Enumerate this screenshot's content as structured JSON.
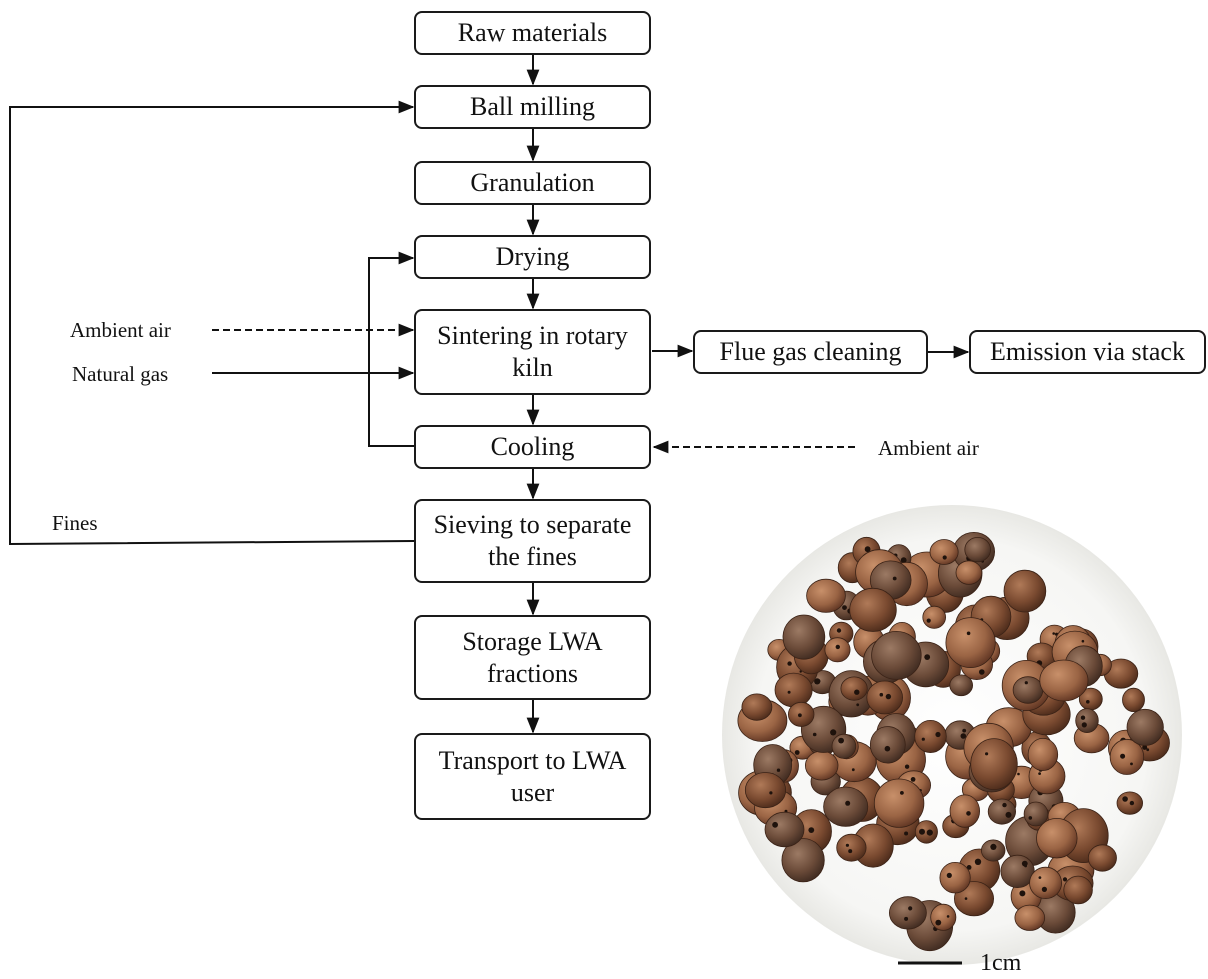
{
  "steps": {
    "raw_materials": "Raw materials",
    "ball_milling": "Ball milling",
    "granulation": "Granulation",
    "drying": "Drying",
    "sintering": "Sintering in rotary kiln",
    "cooling": "Cooling",
    "sieving": "Sieving to separate the fines",
    "storage": "Storage LWA fractions",
    "transport": "Transport to LWA user",
    "flue_gas": "Flue gas cleaning",
    "emission": "Emission via stack"
  },
  "inputs": {
    "ambient_air_kiln": "Ambient air",
    "natural_gas": "Natural gas",
    "ambient_air_cooling": "Ambient air",
    "fines": "Fines"
  },
  "photo": {
    "scale_label": "1cm"
  }
}
